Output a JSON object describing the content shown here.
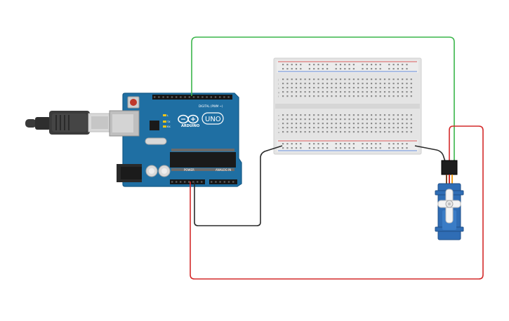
{
  "arduino": {
    "brand": "ARDUINO",
    "model": "UNO",
    "digital_label": "DIGITAL (PWM ~)",
    "power_label": "POWER",
    "analog_label": "ANALOG IN",
    "tx_label": "TX",
    "rx_label": "RX",
    "l_label": "L",
    "board_color": "#1f6fa3"
  },
  "breadboard": {
    "columns": 30,
    "row_letters_top": [
      "j",
      "i",
      "h",
      "g",
      "f"
    ],
    "row_letters_bottom": [
      "e",
      "d",
      "c",
      "b",
      "a"
    ]
  },
  "wires": {
    "signal_color": "#3ab54a",
    "power_color": "#d42a2a",
    "ground_color": "#2b2b2b"
  },
  "servo": {
    "body_color": "#2f6db5"
  }
}
